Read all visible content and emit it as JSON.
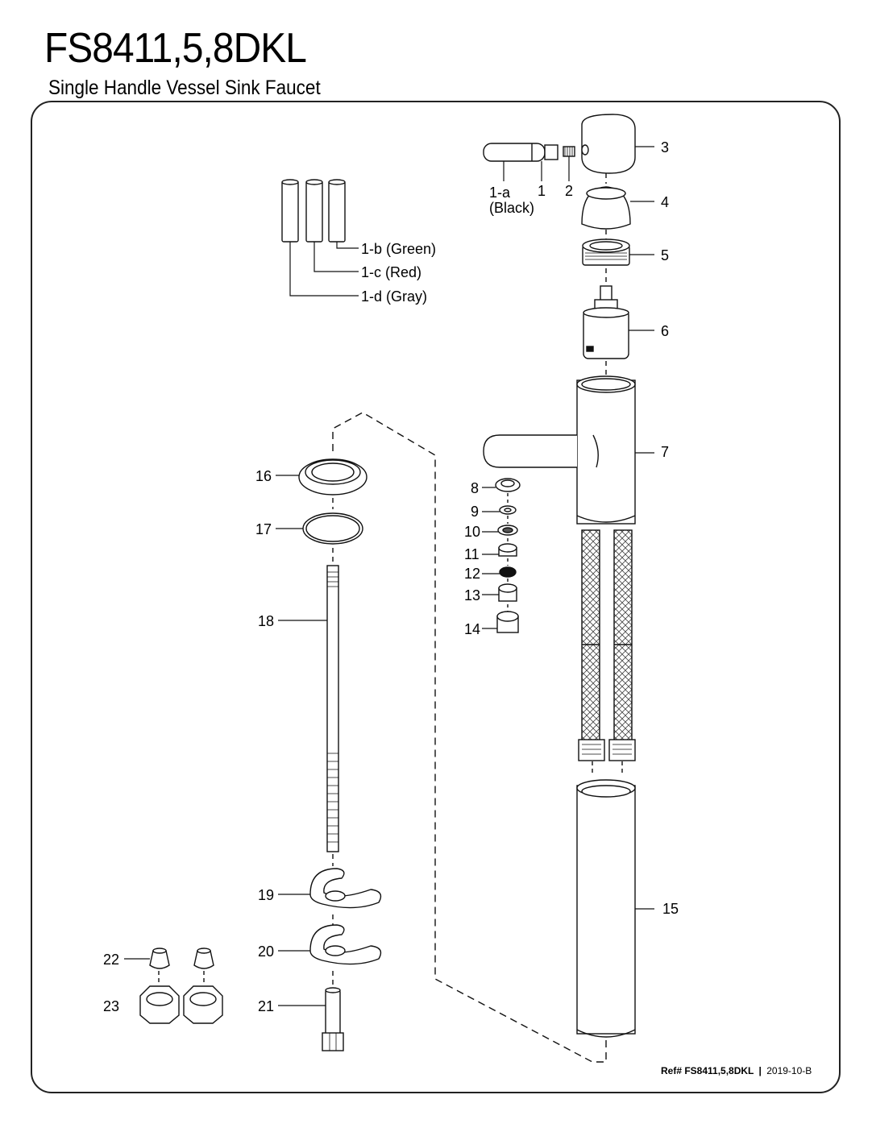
{
  "header": {
    "title": "FS8411,5,8DKL",
    "subtitle": "Single Handle Vessel Sink Faucet"
  },
  "labels": {
    "p1": "1",
    "p1a": "1-a",
    "p1a_note": "(Black)",
    "p1b": "1-b (Green)",
    "p1c": "1-c (Red)",
    "p1d": "1-d (Gray)",
    "p2": "2",
    "p3": "3",
    "p4": "4",
    "p5": "5",
    "p6": "6",
    "p7": "7",
    "p8": "8",
    "p9": "9",
    "p10": "10",
    "p11": "11",
    "p12": "12",
    "p13": "13",
    "p14": "14",
    "p15": "15",
    "p16": "16",
    "p17": "17",
    "p18": "18",
    "p19": "19",
    "p20": "20",
    "p21": "21",
    "p22": "22",
    "p23": "23"
  },
  "footer": {
    "ref": "Ref# FS8411,5,8DKL",
    "separator": "|",
    "date": "2019-10-B"
  }
}
